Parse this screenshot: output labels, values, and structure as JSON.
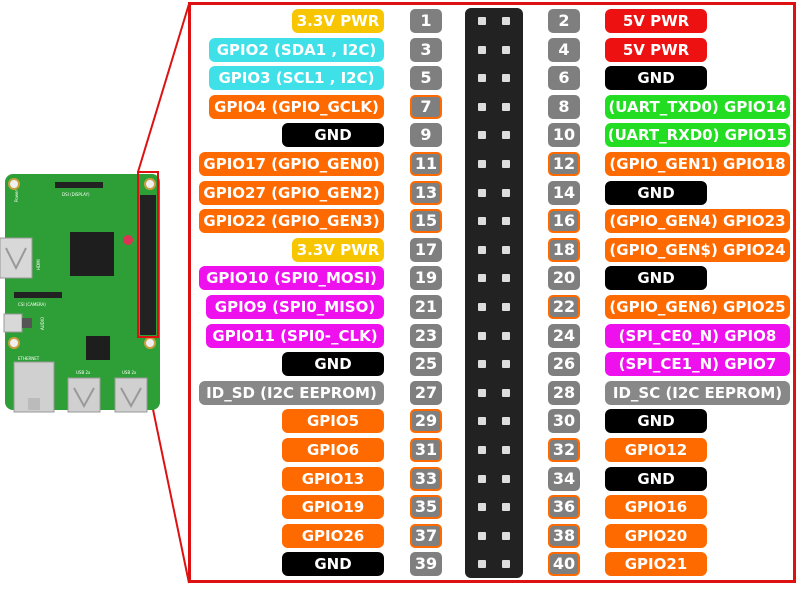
{
  "colors": {
    "power33": "#f7c600",
    "power5": "#ee1111",
    "i2c": "#40e0e8",
    "gpio": "#ff6a00",
    "ground": "#000000",
    "uart": "#22dd22",
    "spi": "#ee11ee",
    "eeprom": "#888888",
    "frame": "#dd1111"
  },
  "board": {
    "labels": {
      "power": "Power",
      "dsi": "DSI (DISPLAY)",
      "hdmi": "HDMI",
      "csi": "CSI (CAMERA)",
      "audio": "AUDIO",
      "ethernet": "ETHERNET",
      "usb_a": "USB 2x",
      "usb_b": "USB 2x"
    }
  },
  "pins": [
    {
      "left_label": "3.3V PWR",
      "left_type": "power33",
      "left_num": "1",
      "right_num": "2",
      "right_label": "5V PWR",
      "right_type": "power5",
      "left_gpio": false,
      "right_gpio": false
    },
    {
      "left_label": "GPIO2 (SDA1 , I2C)",
      "left_type": "i2c",
      "left_num": "3",
      "right_num": "4",
      "right_label": "5V PWR",
      "right_type": "power5",
      "left_gpio": false,
      "right_gpio": false
    },
    {
      "left_label": "GPIO3 (SCL1 , I2C)",
      "left_type": "i2c",
      "left_num": "5",
      "right_num": "6",
      "right_label": "GND",
      "right_type": "ground",
      "left_gpio": false,
      "right_gpio": false
    },
    {
      "left_label": "GPIO4 (GPIO_GCLK)",
      "left_type": "gpio",
      "left_num": "7",
      "right_num": "8",
      "right_label": "(UART_TXD0) GPIO14",
      "right_type": "uart",
      "left_gpio": true,
      "right_gpio": false
    },
    {
      "left_label": "GND",
      "left_type": "ground",
      "left_num": "9",
      "right_num": "10",
      "right_label": "(UART_RXD0) GPIO15",
      "right_type": "uart",
      "left_gpio": false,
      "right_gpio": false
    },
    {
      "left_label": "GPIO17 (GPIO_GEN0)",
      "left_type": "gpio",
      "left_num": "11",
      "right_num": "12",
      "right_label": "(GPIO_GEN1) GPIO18",
      "right_type": "gpio",
      "left_gpio": true,
      "right_gpio": true
    },
    {
      "left_label": "GPIO27 (GPIO_GEN2)",
      "left_type": "gpio",
      "left_num": "13",
      "right_num": "14",
      "right_label": "GND",
      "right_type": "ground",
      "left_gpio": true,
      "right_gpio": false
    },
    {
      "left_label": "GPIO22 (GPIO_GEN3)",
      "left_type": "gpio",
      "left_num": "15",
      "right_num": "16",
      "right_label": "(GPIO_GEN4) GPIO23",
      "right_type": "gpio",
      "left_gpio": true,
      "right_gpio": true
    },
    {
      "left_label": "3.3V PWR",
      "left_type": "power33",
      "left_num": "17",
      "right_num": "18",
      "right_label": "(GPIO_GEN$) GPIO24",
      "right_type": "gpio",
      "left_gpio": false,
      "right_gpio": true
    },
    {
      "left_label": "GPIO10 (SPI0_MOSI)",
      "left_type": "spi",
      "left_num": "19",
      "right_num": "20",
      "right_label": "GND",
      "right_type": "ground",
      "left_gpio": false,
      "right_gpio": false
    },
    {
      "left_label": "GPIO9 (SPI0_MISO)",
      "left_type": "spi",
      "left_num": "21",
      "right_num": "22",
      "right_label": "(GPIO_GEN6) GPIO25",
      "right_type": "gpio",
      "left_gpio": false,
      "right_gpio": true
    },
    {
      "left_label": "GPIO11 (SPI0-_CLK)",
      "left_type": "spi",
      "left_num": "23",
      "right_num": "24",
      "right_label": "(SPI_CE0_N) GPIO8",
      "right_type": "spi",
      "left_gpio": false,
      "right_gpio": false
    },
    {
      "left_label": "GND",
      "left_type": "ground",
      "left_num": "25",
      "right_num": "26",
      "right_label": "(SPI_CE1_N) GPIO7",
      "right_type": "spi",
      "left_gpio": false,
      "right_gpio": false
    },
    {
      "left_label": "ID_SD (I2C EEPROM)",
      "left_type": "eeprom",
      "left_num": "27",
      "right_num": "28",
      "right_label": "ID_SC (I2C EEPROM)",
      "right_type": "eeprom",
      "left_gpio": false,
      "right_gpio": false
    },
    {
      "left_label": "GPIO5",
      "left_type": "gpio",
      "left_num": "29",
      "right_num": "30",
      "right_label": "GND",
      "right_type": "ground",
      "left_gpio": true,
      "right_gpio": false
    },
    {
      "left_label": "GPIO6",
      "left_type": "gpio",
      "left_num": "31",
      "right_num": "32",
      "right_label": "GPIO12",
      "right_type": "gpio",
      "left_gpio": true,
      "right_gpio": true
    },
    {
      "left_label": "GPIO13",
      "left_type": "gpio",
      "left_num": "33",
      "right_num": "34",
      "right_label": "GND",
      "right_type": "ground",
      "left_gpio": true,
      "right_gpio": false
    },
    {
      "left_label": "GPIO19",
      "left_type": "gpio",
      "left_num": "35",
      "right_num": "36",
      "right_label": "GPIO16",
      "right_type": "gpio",
      "left_gpio": true,
      "right_gpio": true
    },
    {
      "left_label": "GPIO26",
      "left_type": "gpio",
      "left_num": "37",
      "right_num": "38",
      "right_label": "GPIO20",
      "right_type": "gpio",
      "left_gpio": true,
      "right_gpio": true
    },
    {
      "left_label": "GND",
      "left_type": "ground",
      "left_num": "39",
      "right_num": "40",
      "right_label": "GPIO21",
      "right_type": "gpio",
      "left_gpio": false,
      "right_gpio": true
    }
  ]
}
